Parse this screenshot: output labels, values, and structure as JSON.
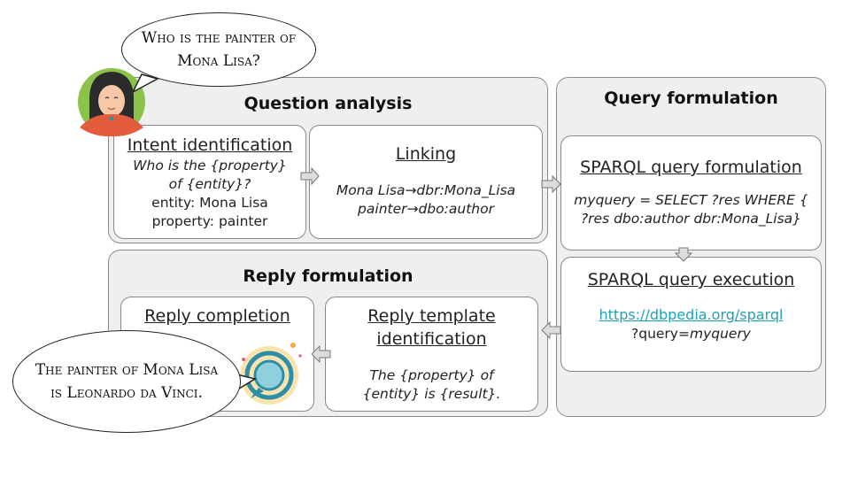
{
  "user_question": {
    "line1": "Who is the painter of",
    "line2": "Mona Lisa?"
  },
  "bot_answer": {
    "line1": "The painter of Mona Lisa",
    "line2": "is Leonardo da Vinci."
  },
  "question_analysis": {
    "title": "Question analysis",
    "intent": {
      "title": "Intent identification",
      "pattern_line1": "Who is the {property}",
      "pattern_line2": "of {entity}?",
      "entity_line": "entity: Mona Lisa",
      "property_line": "property: painter"
    },
    "linking": {
      "title": "Linking",
      "line1": "Mona Lisa→dbr:Mona_Lisa",
      "line2": "painter→dbo:author"
    }
  },
  "query_formulation": {
    "title": "Query formulation",
    "sparql_formulation": {
      "title": "SPARQL query formulation",
      "line1": "myquery = SELECT ?res WHERE {",
      "line2": "?res dbo:author dbr:Mona_Lisa}"
    },
    "sparql_execution": {
      "title": "SPARQL query execution",
      "endpoint": "https://dbpedia.org/sparql",
      "query_prefix": "?query=",
      "query_var": "myquery"
    }
  },
  "reply_formulation": {
    "title": "Reply formulation",
    "template_identification": {
      "title_line1": "Reply template",
      "title_line2": "identification",
      "line1": "The {property} of",
      "line2": "{entity} is {result}."
    },
    "completion": {
      "title": "Reply completion"
    }
  },
  "colors": {
    "panel": "#efefef",
    "border": "#888888",
    "link": "#1aa3b5",
    "avatar_bg": "#8bc34a",
    "bot_ring": "#f4c676",
    "bot_inner": "#2c8fa6"
  }
}
